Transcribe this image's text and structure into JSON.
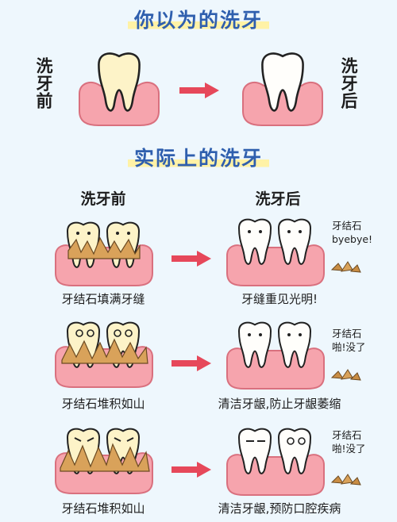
{
  "sections": {
    "top_title": "你以为的洗牙",
    "bottom_title": "实际上的洗牙"
  },
  "top_row": {
    "left_label": "洗牙前",
    "right_label": "洗牙后"
  },
  "columns": {
    "before": "洗牙前",
    "after": "洗牙后"
  },
  "rows": [
    {
      "before_caption": "牙结石填满牙缝",
      "after_caption": "牙缝重见光明!",
      "note_line1": "牙结石",
      "note_line2": "byebye!"
    },
    {
      "before_caption": "牙结石堆积如山",
      "after_caption": "清洁牙龈,防止牙龈萎缩",
      "note_line1": "牙结石",
      "note_line2": "啪!没了"
    },
    {
      "before_caption": "牙结石堆积如山",
      "after_caption": "清洁牙龈,预防口腔疾病",
      "note_line1": "牙结石",
      "note_line2": "啪!没了"
    }
  ],
  "colors": {
    "background": "#eef7fd",
    "title": "#2f5fae",
    "highlight": "#fff2a6",
    "gum": "#f6a4ad",
    "gum_stroke": "#d9707e",
    "tartar": "#d9a25a",
    "arrow": "#e6485a"
  }
}
